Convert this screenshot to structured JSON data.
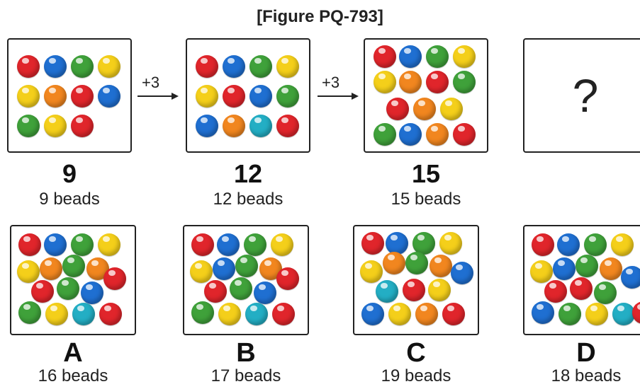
{
  "figure_title": "[Figure PQ-793]",
  "colors": {
    "red": "#e0252b",
    "blue": "#1f6fd1",
    "green": "#3fa13a",
    "yellow": "#f4cf1a",
    "orange": "#f1861f",
    "teal": "#23aec4"
  },
  "sequence": [
    {
      "count": "9",
      "caption": "9 beads",
      "beads": [
        "red",
        "blue",
        "green",
        "yellow",
        "yellow",
        "orange",
        "red",
        "blue",
        "green",
        "yellow",
        "red"
      ]
    },
    {
      "count": "12",
      "caption": "12 beads",
      "beads": [
        "red",
        "blue",
        "green",
        "yellow",
        "yellow",
        "red",
        "blue",
        "green",
        "blue",
        "orange",
        "teal",
        "red"
      ]
    },
    {
      "count": "15",
      "caption": "15 beads",
      "beads": [
        "red",
        "blue",
        "green",
        "yellow",
        "yellow",
        "orange",
        "red",
        "green",
        "red",
        "orange",
        "yellow",
        "green",
        "blue",
        "orange",
        "red"
      ]
    },
    {
      "unknown": "?"
    }
  ],
  "steps": [
    "+3",
    "+3"
  ],
  "options": [
    {
      "letter": "A",
      "caption": "16 beads",
      "beads": [
        "red",
        "blue",
        "green",
        "yellow",
        "yellow",
        "orange",
        "green",
        "orange",
        "red",
        "red",
        "green",
        "blue",
        "green",
        "yellow",
        "teal",
        "red"
      ]
    },
    {
      "letter": "B",
      "caption": "17 beads",
      "beads": [
        "red",
        "blue",
        "green",
        "yellow",
        "yellow",
        "blue",
        "green",
        "orange",
        "red",
        "red",
        "green",
        "blue",
        "green",
        "yellow",
        "teal",
        "red"
      ]
    },
    {
      "letter": "C",
      "caption": "19 beads",
      "beads": [
        "red",
        "blue",
        "green",
        "yellow",
        "yellow",
        "orange",
        "green",
        "orange",
        "blue",
        "teal",
        "red",
        "yellow",
        "blue",
        "yellow",
        "orange",
        "red"
      ]
    },
    {
      "letter": "D",
      "caption": "18 beads",
      "beads": [
        "red",
        "blue",
        "green",
        "yellow",
        "yellow",
        "blue",
        "green",
        "orange",
        "blue",
        "red",
        "red",
        "green",
        "blue",
        "green",
        "yellow",
        "teal",
        "red"
      ]
    }
  ]
}
